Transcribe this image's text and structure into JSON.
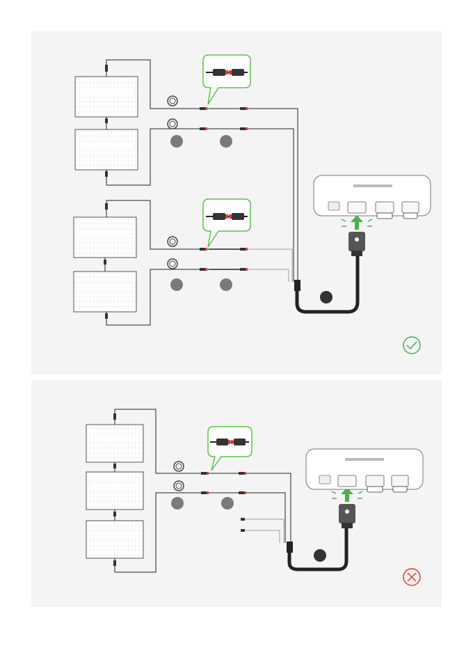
{
  "diagrams": [
    {
      "id": "correct",
      "panel_count": 4,
      "status_icon": "check-circle-icon",
      "status_color": "#4caf50",
      "connector_callout_color": "#5cc24b",
      "arrow_color": "#4caf50"
    },
    {
      "id": "incorrect",
      "panel_count": 3,
      "status_icon": "x-circle-icon",
      "status_color": "#e53935",
      "connector_callout_color": "#5cc24b",
      "arrow_color": "#4caf50"
    }
  ],
  "colors": {
    "panel_background": "#f4f4f4",
    "wire": "#222222",
    "wire_light": "#9e9e9e",
    "marker_circle": "#7a7a7a",
    "connector_red": "#e53935"
  }
}
